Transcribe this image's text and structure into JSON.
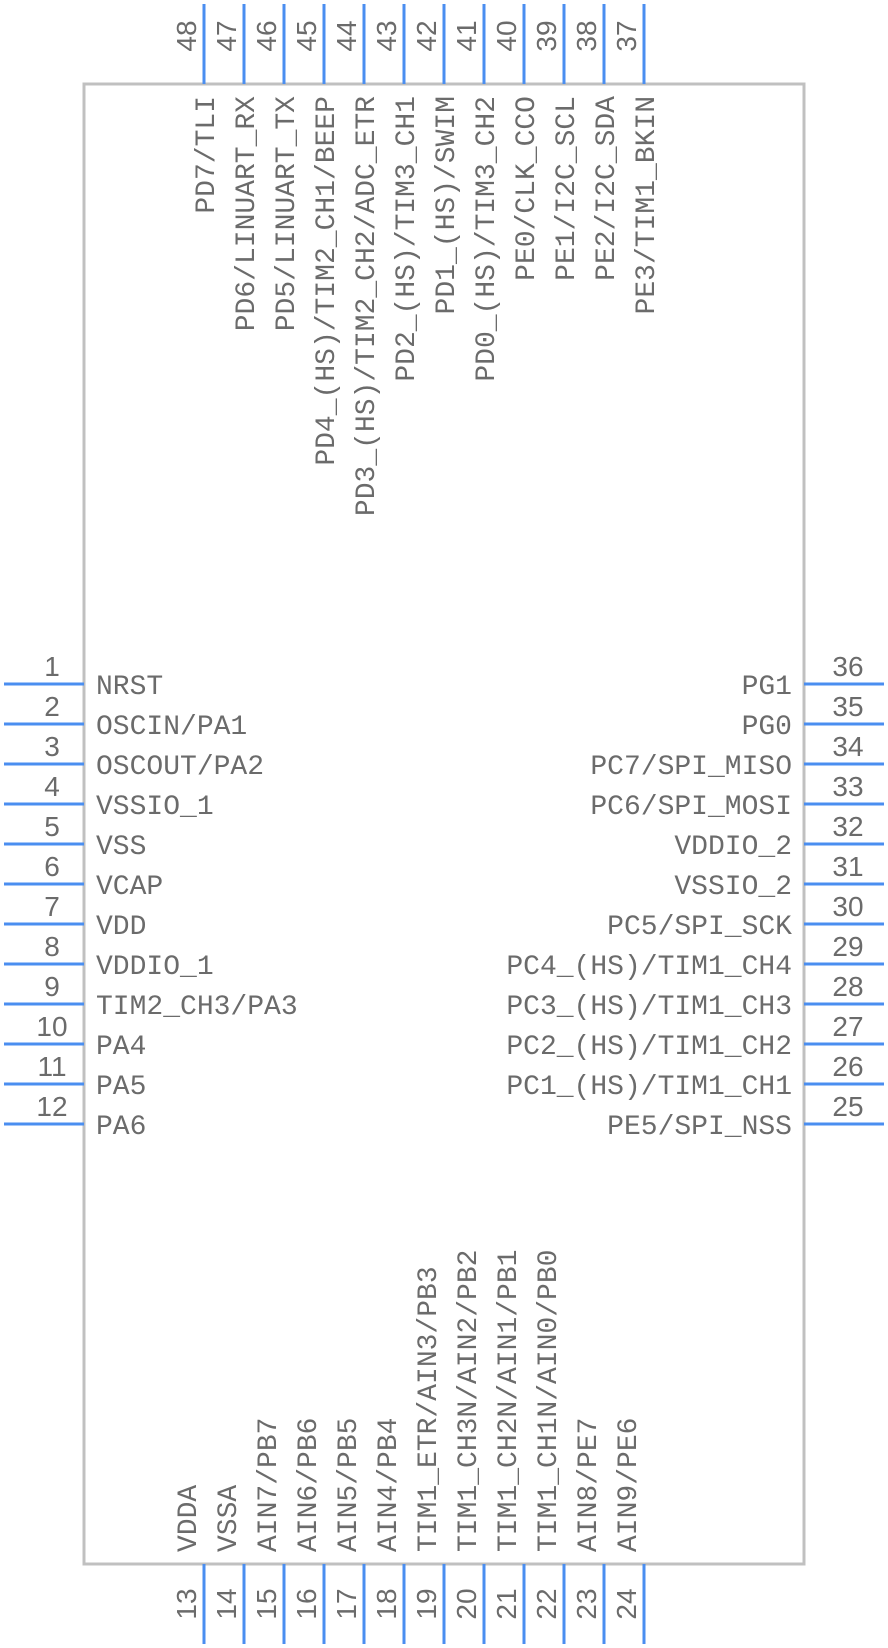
{
  "component": {
    "type": "IC schematic symbol",
    "package_pins": 48,
    "colors": {
      "pin": "#4a8ef0",
      "body_outline": "#c0c0c0",
      "text": "#6b6b6b",
      "background": "#ffffff"
    }
  },
  "pins": {
    "left": [
      {
        "num": "1",
        "name": "NRST"
      },
      {
        "num": "2",
        "name": "OSCIN/PA1"
      },
      {
        "num": "3",
        "name": "OSCOUT/PA2"
      },
      {
        "num": "4",
        "name": "VSSIO_1"
      },
      {
        "num": "5",
        "name": "VSS"
      },
      {
        "num": "6",
        "name": "VCAP"
      },
      {
        "num": "7",
        "name": "VDD"
      },
      {
        "num": "8",
        "name": "VDDIO_1"
      },
      {
        "num": "9",
        "name": "TIM2_CH3/PA3"
      },
      {
        "num": "10",
        "name": "PA4"
      },
      {
        "num": "11",
        "name": "PA5"
      },
      {
        "num": "12",
        "name": "PA6"
      }
    ],
    "bottom": [
      {
        "num": "13",
        "name": "VDDA"
      },
      {
        "num": "14",
        "name": "VSSA"
      },
      {
        "num": "15",
        "name": "AIN7/PB7"
      },
      {
        "num": "16",
        "name": "AIN6/PB6"
      },
      {
        "num": "17",
        "name": "AIN5/PB5"
      },
      {
        "num": "18",
        "name": "AIN4/PB4"
      },
      {
        "num": "19",
        "name": "TIM1_ETR/AIN3/PB3"
      },
      {
        "num": "20",
        "name": "TIM1_CH3N/AIN2/PB2"
      },
      {
        "num": "21",
        "name": "TIM1_CH2N/AIN1/PB1"
      },
      {
        "num": "22",
        "name": "TIM1_CH1N/AIN0/PB0"
      },
      {
        "num": "23",
        "name": "AIN8/PE7"
      },
      {
        "num": "24",
        "name": "AIN9/PE6"
      }
    ],
    "right": [
      {
        "num": "25",
        "name": "PE5/SPI_NSS"
      },
      {
        "num": "26",
        "name": "PC1_(HS)/TIM1_CH1"
      },
      {
        "num": "27",
        "name": "PC2_(HS)/TIM1_CH2"
      },
      {
        "num": "28",
        "name": "PC3_(HS)/TIM1_CH3"
      },
      {
        "num": "29",
        "name": "PC4_(HS)/TIM1_CH4"
      },
      {
        "num": "30",
        "name": "PC5/SPI_SCK"
      },
      {
        "num": "31",
        "name": "VSSIO_2"
      },
      {
        "num": "32",
        "name": "VDDIO_2"
      },
      {
        "num": "33",
        "name": "PC6/SPI_MOSI"
      },
      {
        "num": "34",
        "name": "PC7/SPI_MISO"
      },
      {
        "num": "35",
        "name": "PG0"
      },
      {
        "num": "36",
        "name": "PG1"
      }
    ],
    "top": [
      {
        "num": "37",
        "name": "PE3/TIM1_BKIN"
      },
      {
        "num": "38",
        "name": "PE2/I2C_SDA"
      },
      {
        "num": "39",
        "name": "PE1/I2C_SCL"
      },
      {
        "num": "40",
        "name": "PE0/CLK_CCO"
      },
      {
        "num": "41",
        "name": "PD0_(HS)/TIM3_CH2"
      },
      {
        "num": "42",
        "name": "PD1_(HS)/SWIM"
      },
      {
        "num": "43",
        "name": "PD2_(HS)/TIM3_CH1"
      },
      {
        "num": "44",
        "name": "PD3_(HS)/TIM2_CH2/ADC_ETR"
      },
      {
        "num": "45",
        "name": "PD4_(HS)/TIM2_CH1/BEEP"
      },
      {
        "num": "46",
        "name": "PD5/LINUART_TX"
      },
      {
        "num": "47",
        "name": "PD6/LINUART_RX"
      },
      {
        "num": "48",
        "name": "PD7/TLI"
      }
    ]
  }
}
